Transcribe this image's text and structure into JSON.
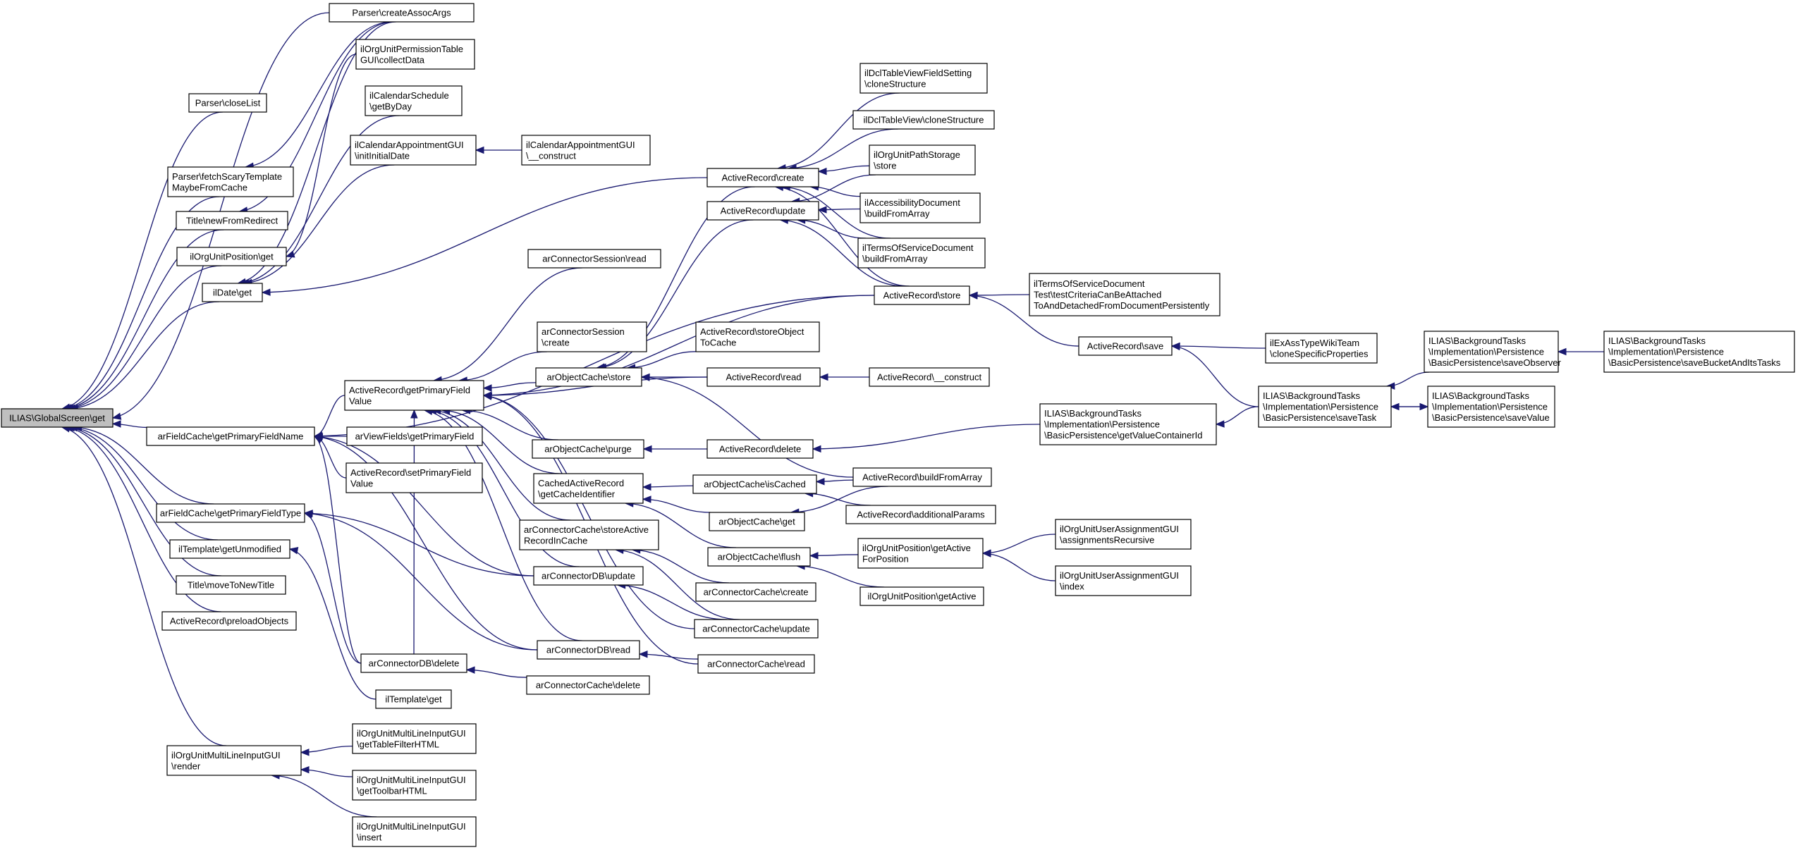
{
  "diagram": {
    "root": "n_global",
    "nodes": [
      {
        "id": "n_global",
        "lines": [
          "ILIAS\\GlobalScreen\\get"
        ]
      },
      {
        "id": "n_createAssocArgs",
        "lines": [
          "Parser\\createAssocArgs"
        ]
      },
      {
        "id": "n_orgPermCollect",
        "lines": [
          "ilOrgUnitPermissionTable",
          "GUI\\collectData"
        ]
      },
      {
        "id": "n_calSchedGetByDay",
        "lines": [
          "ilCalendarSchedule",
          "\\getByDay"
        ]
      },
      {
        "id": "n_closeList",
        "lines": [
          "Parser\\closeList"
        ]
      },
      {
        "id": "n_fetchScary",
        "lines": [
          "Parser\\fetchScaryTemplate",
          "MaybeFromCache"
        ]
      },
      {
        "id": "n_calApptInit",
        "lines": [
          "ilCalendarAppointmentGUI",
          "\\initInitialDate"
        ]
      },
      {
        "id": "n_calApptConstruct",
        "lines": [
          "ilCalendarAppointmentGUI",
          "\\__construct"
        ]
      },
      {
        "id": "n_titleNewFromRedirect",
        "lines": [
          "Title\\newFromRedirect"
        ]
      },
      {
        "id": "n_orgPosGet",
        "lines": [
          "ilOrgUnitPosition\\get"
        ]
      },
      {
        "id": "n_ilDateGet",
        "lines": [
          "ilDate\\get"
        ]
      },
      {
        "id": "n_arFieldCacheGetPFN",
        "lines": [
          "arFieldCache\\getPrimaryFieldName"
        ]
      },
      {
        "id": "n_arFieldCacheGetPFT",
        "lines": [
          "arFieldCache\\getPrimaryFieldType"
        ]
      },
      {
        "id": "n_ilTemplateGetUnmodified",
        "lines": [
          "ilTemplate\\getUnmodified"
        ]
      },
      {
        "id": "n_titleMoveToNewTitle",
        "lines": [
          "Title\\moveToNewTitle"
        ]
      },
      {
        "id": "n_arPreloadObjects",
        "lines": [
          "ActiveRecord\\preloadObjects"
        ]
      },
      {
        "id": "n_orgMultiRender",
        "lines": [
          "ilOrgUnitMultiLineInputGUI",
          "\\render"
        ]
      },
      {
        "id": "n_arGetPrimaryFieldValue",
        "lines": [
          "ActiveRecord\\getPrimaryField",
          "Value"
        ]
      },
      {
        "id": "n_arViewFieldsGetPF",
        "lines": [
          "arViewFields\\getPrimaryField"
        ]
      },
      {
        "id": "n_arSetPrimaryFieldValue",
        "lines": [
          "ActiveRecord\\setPrimaryField",
          "Value"
        ]
      },
      {
        "id": "n_arConnectorDBDelete",
        "lines": [
          "arConnectorDB\\delete"
        ]
      },
      {
        "id": "n_ilTemplateGet",
        "lines": [
          "ilTemplate\\get"
        ]
      },
      {
        "id": "n_orgMultiTableFilter",
        "lines": [
          "ilOrgUnitMultiLineInputGUI",
          "\\getTableFilterHTML"
        ]
      },
      {
        "id": "n_orgMultiToolbar",
        "lines": [
          "ilOrgUnitMultiLineInputGUI",
          "\\getToolbarHTML"
        ]
      },
      {
        "id": "n_orgMultiInsert",
        "lines": [
          "ilOrgUnitMultiLineInputGUI",
          "\\insert"
        ]
      },
      {
        "id": "n_arConnectorSessionRead",
        "lines": [
          "arConnectorSession\\read"
        ]
      },
      {
        "id": "n_arConnectorSessionCreate",
        "lines": [
          "arConnectorSession",
          "\\create"
        ]
      },
      {
        "id": "n_arObjectCacheStore",
        "lines": [
          "arObjectCache\\store"
        ]
      },
      {
        "id": "n_arObjectCachePurge",
        "lines": [
          "arObjectCache\\purge"
        ]
      },
      {
        "id": "n_cachedARGetCacheId",
        "lines": [
          "CachedActiveRecord",
          "\\getCacheIdentifier"
        ]
      },
      {
        "id": "n_arConnectorCacheStoreAR",
        "lines": [
          "arConnectorCache\\storeActive",
          "RecordInCache"
        ]
      },
      {
        "id": "n_arConnectorDBUpdate",
        "lines": [
          "arConnectorDB\\update"
        ]
      },
      {
        "id": "n_arConnectorDBRead",
        "lines": [
          "arConnectorDB\\read"
        ]
      },
      {
        "id": "n_arConnectorCacheDelete",
        "lines": [
          "arConnectorCache\\delete"
        ]
      },
      {
        "id": "n_arCreate",
        "lines": [
          "ActiveRecord\\create"
        ]
      },
      {
        "id": "n_arUpdate",
        "lines": [
          "ActiveRecord\\update"
        ]
      },
      {
        "id": "n_arStoreObjectToCache",
        "lines": [
          "ActiveRecord\\storeObject",
          "ToCache"
        ]
      },
      {
        "id": "n_arRead",
        "lines": [
          "ActiveRecord\\read"
        ]
      },
      {
        "id": "n_arDelete",
        "lines": [
          "ActiveRecord\\delete"
        ]
      },
      {
        "id": "n_arObjectCacheIsCached",
        "lines": [
          "arObjectCache\\isCached"
        ]
      },
      {
        "id": "n_arObjectCacheGet",
        "lines": [
          "arObjectCache\\get"
        ]
      },
      {
        "id": "n_arObjectCacheFlush",
        "lines": [
          "arObjectCache\\flush"
        ]
      },
      {
        "id": "n_arConnectorCacheCreate",
        "lines": [
          "arConnectorCache\\create"
        ]
      },
      {
        "id": "n_arConnectorCacheUpdate",
        "lines": [
          "arConnectorCache\\update"
        ]
      },
      {
        "id": "n_arConnectorCacheRead",
        "lines": [
          "arConnectorCache\\read"
        ]
      },
      {
        "id": "n_dclFieldSettingClone",
        "lines": [
          "ilDclTableViewFieldSetting",
          "\\cloneStructure"
        ]
      },
      {
        "id": "n_dclTableViewClone",
        "lines": [
          "ilDclTableView\\cloneStructure"
        ]
      },
      {
        "id": "n_orgPathStorageStore",
        "lines": [
          "ilOrgUnitPathStorage",
          "\\store"
        ]
      },
      {
        "id": "n_accessibilityBuild",
        "lines": [
          "ilAccessibilityDocument",
          "\\buildFromArray"
        ]
      },
      {
        "id": "n_tosBuild",
        "lines": [
          "ilTermsOfServiceDocument",
          "\\buildFromArray"
        ]
      },
      {
        "id": "n_arStore",
        "lines": [
          "ActiveRecord\\store"
        ]
      },
      {
        "id": "n_arConstruct",
        "lines": [
          "ActiveRecord\\__construct"
        ]
      },
      {
        "id": "n_arBuildFromArray",
        "lines": [
          "ActiveRecord\\buildFromArray"
        ]
      },
      {
        "id": "n_arAdditionalParams",
        "lines": [
          "ActiveRecord\\additionalParams"
        ]
      },
      {
        "id": "n_orgPosGetActiveForPos",
        "lines": [
          "ilOrgUnitPosition\\getActive",
          "ForPosition"
        ]
      },
      {
        "id": "n_orgPosGetActive",
        "lines": [
          "ilOrgUnitPosition\\getActive"
        ]
      },
      {
        "id": "n_tosTest",
        "lines": [
          "ilTermsOfServiceDocument",
          "Test\\testCriteriaCanBeAttached",
          "ToAndDetachedFromDocumentPersistently"
        ]
      },
      {
        "id": "n_arSave",
        "lines": [
          "ActiveRecord\\save"
        ]
      },
      {
        "id": "n_bpGetValueContainerId",
        "lines": [
          "ILIAS\\BackgroundTasks",
          "\\Implementation\\Persistence",
          "\\BasicPersistence\\getValueContainerId"
        ]
      },
      {
        "id": "n_userAssignRecursive",
        "lines": [
          "ilOrgUnitUserAssignmentGUI",
          "\\assignmentsRecursive"
        ]
      },
      {
        "id": "n_userAssignIndex",
        "lines": [
          "ilOrgUnitUserAssignmentGUI",
          "\\index"
        ]
      },
      {
        "id": "n_exAssWiki",
        "lines": [
          "ilExAssTypeWikiTeam",
          "\\cloneSpecificProperties"
        ]
      },
      {
        "id": "n_bpSaveTask",
        "lines": [
          "ILIAS\\BackgroundTasks",
          "\\Implementation\\Persistence",
          "\\BasicPersistence\\saveTask"
        ]
      },
      {
        "id": "n_bpSaveObserver",
        "lines": [
          "ILIAS\\BackgroundTasks",
          "\\Implementation\\Persistence",
          "\\BasicPersistence\\saveObserver"
        ]
      },
      {
        "id": "n_bpSaveValue",
        "lines": [
          "ILIAS\\BackgroundTasks",
          "\\Implementation\\Persistence",
          "\\BasicPersistence\\saveValue"
        ]
      },
      {
        "id": "n_bpSaveBucket",
        "lines": [
          "ILIAS\\BackgroundTasks",
          "\\Implementation\\Persistence",
          "\\BasicPersistence\\saveBucketAndItsTasks"
        ]
      }
    ],
    "edges": [
      [
        "n_global",
        "n_createAssocArgs"
      ],
      [
        "n_global",
        "n_closeList"
      ],
      [
        "n_global",
        "n_fetchScary"
      ],
      [
        "n_global",
        "n_titleNewFromRedirect"
      ],
      [
        "n_global",
        "n_orgPosGet"
      ],
      [
        "n_global",
        "n_ilDateGet"
      ],
      [
        "n_global",
        "n_arFieldCacheGetPFN"
      ],
      [
        "n_global",
        "n_arFieldCacheGetPFT"
      ],
      [
        "n_global",
        "n_ilTemplateGetUnmodified"
      ],
      [
        "n_global",
        "n_titleMoveToNewTitle"
      ],
      [
        "n_global",
        "n_arPreloadObjects"
      ],
      [
        "n_global",
        "n_orgMultiRender"
      ],
      [
        "n_fetchScary",
        "n_createAssocArgs"
      ],
      [
        "n_titleNewFromRedirect",
        "n_createAssocArgs"
      ],
      [
        "n_orgPosGet",
        "n_orgPermCollect"
      ],
      [
        "n_ilDateGet",
        "n_calSchedGetByDay"
      ],
      [
        "n_ilDateGet",
        "n_calApptInit"
      ],
      [
        "n_ilDateGet",
        "n_createAssocArgs"
      ],
      [
        "n_calApptInit",
        "n_calApptConstruct"
      ],
      [
        "n_arFieldCacheGetPFN",
        "n_arGetPrimaryFieldValue"
      ],
      [
        "n_arFieldCacheGetPFN",
        "n_arViewFieldsGetPF"
      ],
      [
        "n_arFieldCacheGetPFN",
        "n_arSetPrimaryFieldValue"
      ],
      [
        "n_arFieldCacheGetPFN",
        "n_arConnectorDBDelete"
      ],
      [
        "n_arFieldCacheGetPFN",
        "n_arConnectorDBUpdate"
      ],
      [
        "n_arFieldCacheGetPFN",
        "n_arConnectorDBRead"
      ],
      [
        "n_arFieldCacheGetPFN",
        "n_arStore"
      ],
      [
        "n_ilDateGet",
        "n_arCreate"
      ],
      [
        "n_arFieldCacheGetPFT",
        "n_arConnectorDBDelete"
      ],
      [
        "n_arFieldCacheGetPFT",
        "n_arConnectorDBUpdate"
      ],
      [
        "n_arFieldCacheGetPFT",
        "n_arConnectorDBRead"
      ],
      [
        "n_ilTemplateGetUnmodified",
        "n_ilTemplateGet"
      ],
      [
        "n_orgMultiRender",
        "n_orgMultiTableFilter"
      ],
      [
        "n_orgMultiRender",
        "n_orgMultiToolbar"
      ],
      [
        "n_orgMultiRender",
        "n_orgMultiInsert"
      ],
      [
        "n_arGetPrimaryFieldValue",
        "n_arConnectorSessionRead"
      ],
      [
        "n_arGetPrimaryFieldValue",
        "n_arConnectorSessionCreate"
      ],
      [
        "n_arGetPrimaryFieldValue",
        "n_arObjectCacheStore"
      ],
      [
        "n_arGetPrimaryFieldValue",
        "n_arObjectCachePurge"
      ],
      [
        "n_arGetPrimaryFieldValue",
        "n_cachedARGetCacheId"
      ],
      [
        "n_arGetPrimaryFieldValue",
        "n_arConnectorCacheStoreAR"
      ],
      [
        "n_arGetPrimaryFieldValue",
        "n_arConnectorDBUpdate"
      ],
      [
        "n_arGetPrimaryFieldValue",
        "n_arConnectorDBRead"
      ],
      [
        "n_arGetPrimaryFieldValue",
        "n_arConnectorDBDelete"
      ],
      [
        "n_arGetPrimaryFieldValue",
        "n_arStore"
      ],
      [
        "n_arGetPrimaryFieldValue",
        "n_arRead"
      ],
      [
        "n_arGetPrimaryFieldValue",
        "n_arConnectorCacheUpdate"
      ],
      [
        "n_arGetPrimaryFieldValue",
        "n_arConnectorCacheRead"
      ],
      [
        "n_arConnectorDBDelete",
        "n_arConnectorCacheDelete"
      ],
      [
        "n_arConnectorDBUpdate",
        "n_arConnectorCacheUpdate"
      ],
      [
        "n_arConnectorDBRead",
        "n_arConnectorCacheRead"
      ],
      [
        "n_arObjectCacheStore",
        "n_arCreate"
      ],
      [
        "n_arObjectCacheStore",
        "n_arUpdate"
      ],
      [
        "n_arObjectCacheStore",
        "n_arStoreObjectToCache"
      ],
      [
        "n_arObjectCacheStore",
        "n_arRead"
      ],
      [
        "n_arObjectCacheStore",
        "n_arBuildFromArray"
      ],
      [
        "n_arObjectCachePurge",
        "n_arDelete"
      ],
      [
        "n_cachedARGetCacheId",
        "n_arObjectCacheIsCached"
      ],
      [
        "n_cachedARGetCacheId",
        "n_arObjectCacheGet"
      ],
      [
        "n_cachedARGetCacheId",
        "n_arObjectCacheFlush"
      ],
      [
        "n_arConnectorCacheStoreAR",
        "n_arConnectorCacheCreate"
      ],
      [
        "n_arConnectorCacheStoreAR",
        "n_arConnectorCacheUpdate"
      ],
      [
        "n_arCreate",
        "n_dclFieldSettingClone"
      ],
      [
        "n_arCreate",
        "n_dclTableViewClone"
      ],
      [
        "n_arCreate",
        "n_orgPathStorageStore"
      ],
      [
        "n_arCreate",
        "n_accessibilityBuild"
      ],
      [
        "n_arCreate",
        "n_tosBuild"
      ],
      [
        "n_arCreate",
        "n_arStore"
      ],
      [
        "n_arUpdate",
        "n_orgPathStorageStore"
      ],
      [
        "n_arUpdate",
        "n_accessibilityBuild"
      ],
      [
        "n_arUpdate",
        "n_tosBuild"
      ],
      [
        "n_arUpdate",
        "n_arStore"
      ],
      [
        "n_arRead",
        "n_arConstruct"
      ],
      [
        "n_arDelete",
        "n_bpGetValueContainerId"
      ],
      [
        "n_arObjectCacheIsCached",
        "n_arBuildFromArray"
      ],
      [
        "n_arObjectCacheIsCached",
        "n_arAdditionalParams"
      ],
      [
        "n_arObjectCacheGet",
        "n_arBuildFromArray"
      ],
      [
        "n_arObjectCacheFlush",
        "n_orgPosGetActiveForPos"
      ],
      [
        "n_arObjectCacheFlush",
        "n_orgPosGetActive"
      ],
      [
        "n_arStore",
        "n_tosTest"
      ],
      [
        "n_arStore",
        "n_arSave"
      ],
      [
        "n_arSave",
        "n_exAssWiki"
      ],
      [
        "n_arSave",
        "n_bpSaveTask"
      ],
      [
        "n_orgPosGetActiveForPos",
        "n_userAssignRecursive"
      ],
      [
        "n_orgPosGetActiveForPos",
        "n_userAssignIndex"
      ],
      [
        "n_bpGetValueContainerId",
        "n_bpSaveTask"
      ],
      [
        "n_bpSaveTask",
        "n_bpSaveObserver"
      ],
      [
        "n_bpSaveTask",
        "n_bpSaveValue"
      ],
      [
        "n_bpSaveValue",
        "n_bpSaveTask"
      ],
      [
        "n_bpSaveObserver",
        "n_bpSaveBucket"
      ]
    ]
  }
}
